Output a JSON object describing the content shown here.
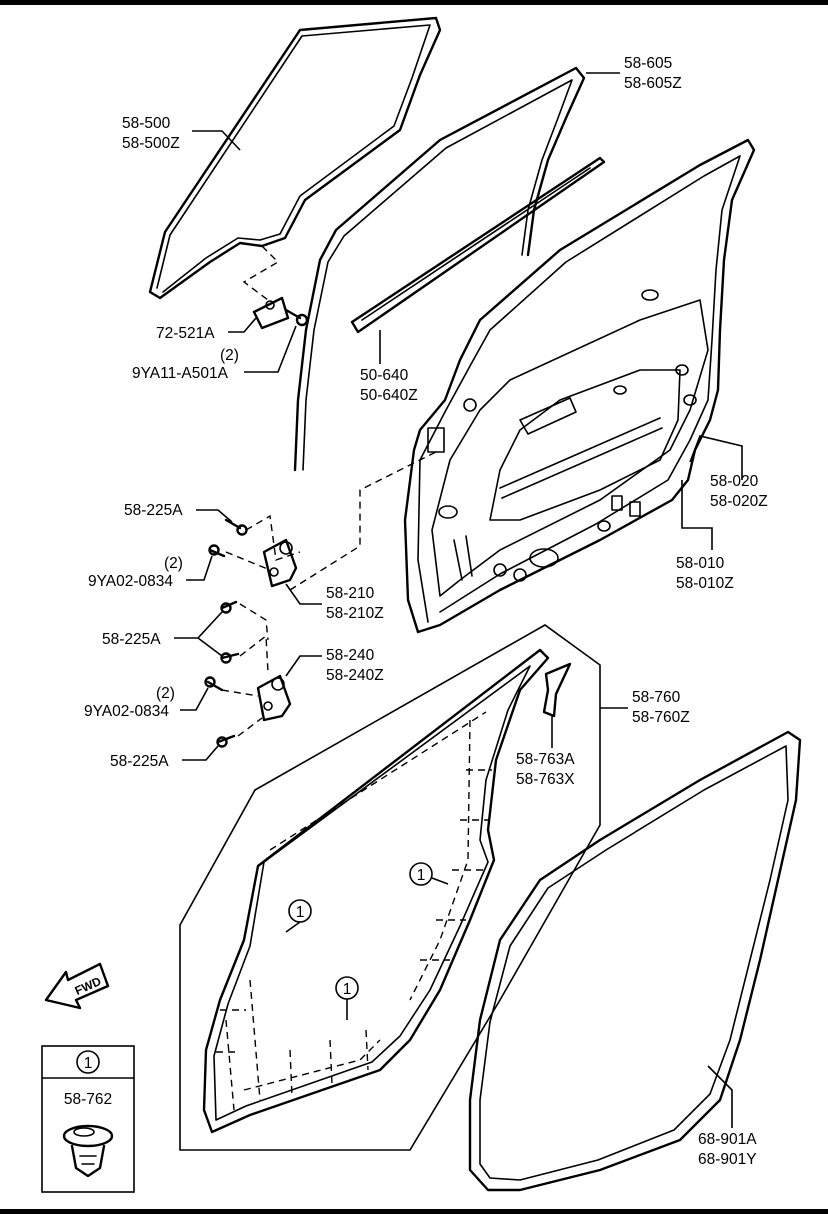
{
  "callouts": {
    "glass": [
      "58-500",
      "58-500Z"
    ],
    "run_channel": [
      "58-605",
      "58-605Z"
    ],
    "glass_bracket": "72-521A",
    "glass_bolt_qty": "(2)",
    "glass_bolt": "9YA11-A501A",
    "weatherstrip_belt": [
      "50-640",
      "50-640Z"
    ],
    "door_panel_outer": [
      "58-020",
      "58-020Z"
    ],
    "door_panel_shell": [
      "58-010",
      "58-010Z"
    ],
    "hinge_bolt_a": "58-225A",
    "hinge_bolt_upper_qty": "(2)",
    "hinge_bolt_upper": "9YA02-0834",
    "upper_hinge": [
      "58-210",
      "58-210Z"
    ],
    "hinge_bolt_b": "58-225A",
    "lower_hinge": [
      "58-240",
      "58-240Z"
    ],
    "hinge_bolt_lower_qty": "(2)",
    "hinge_bolt_lower": "9YA02-0834",
    "hinge_bolt_c": "58-225A",
    "door_weatherstrip": [
      "58-760",
      "58-760Z"
    ],
    "weatherstrip_clip": [
      "58-763A",
      "58-763X"
    ],
    "opening_weatherstrip": [
      "68-901A",
      "68-901Y"
    ]
  },
  "clip_marker": "1",
  "legend": {
    "marker": "1",
    "part": "58-762"
  },
  "fwd_arrow": "FWD",
  "icons": {
    "fwd": "forward-arrow-icon",
    "clip": "push-clip-icon"
  },
  "colors": {
    "ink": "#000000",
    "paper": "#ffffff"
  }
}
